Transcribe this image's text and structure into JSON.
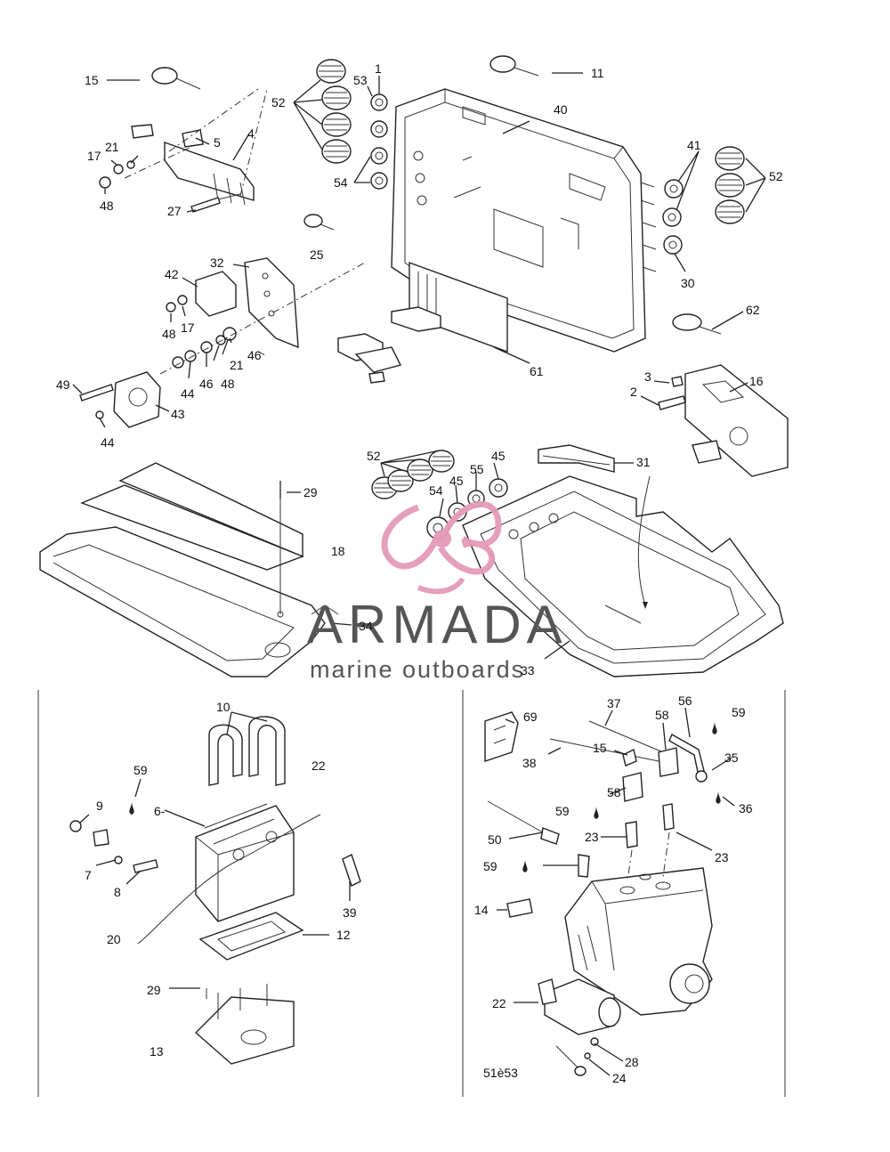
{
  "watermark": {
    "brand": "ARMADA",
    "tagline": "marine outboards",
    "logo_color": "#e59ab8",
    "text_color": "#555555"
  },
  "callouts": {
    "c1": "1",
    "c2": "2",
    "c3": "3",
    "c4": "4",
    "c5": "5",
    "c6": "6-",
    "c7": "7",
    "c8": "8",
    "c9": "9",
    "c10": "10",
    "c11": "11",
    "c12": "12",
    "c13": "13",
    "c14": "14",
    "c15a": "15",
    "c15b": "15",
    "c16": "16",
    "c17a": "17",
    "c17b": "17",
    "c18": "18",
    "c20": "20",
    "c21a": "21",
    "c21b": "21",
    "c22a": "22",
    "c22b": "22",
    "c23a": "23",
    "c23b": "23",
    "c24": "24",
    "c25": "25",
    "c27": "27",
    "c28": "28",
    "c29a": "29",
    "c29b": "29",
    "c30": "30",
    "c31": "31",
    "c32": "32",
    "c33": "33",
    "c34": "34",
    "c35": "35",
    "c36": "36",
    "c37": "37",
    "c38": "38",
    "c39": "39",
    "c40": "40",
    "c41": "41",
    "c42": "42",
    "c43": "43",
    "c44a": "44",
    "c44b": "44",
    "c45a": "45",
    "c45b": "45",
    "c46a": "46",
    "c46b": "46",
    "c48a": "48",
    "c48b": "48",
    "c48c": "48",
    "c49": "49",
    "c50": "50",
    "c51": "51è53",
    "c52a": "52",
    "c52b": "52",
    "c52c": "52",
    "c53": "53",
    "c54a": "54",
    "c54b": "54",
    "c55": "55",
    "c56": "56",
    "c58a": "58",
    "c58b": "58",
    "c59a": "59",
    "c59b": "59",
    "c59c": "59",
    "c59d": "59",
    "c61": "61",
    "c62": "62",
    "c69": "69"
  }
}
